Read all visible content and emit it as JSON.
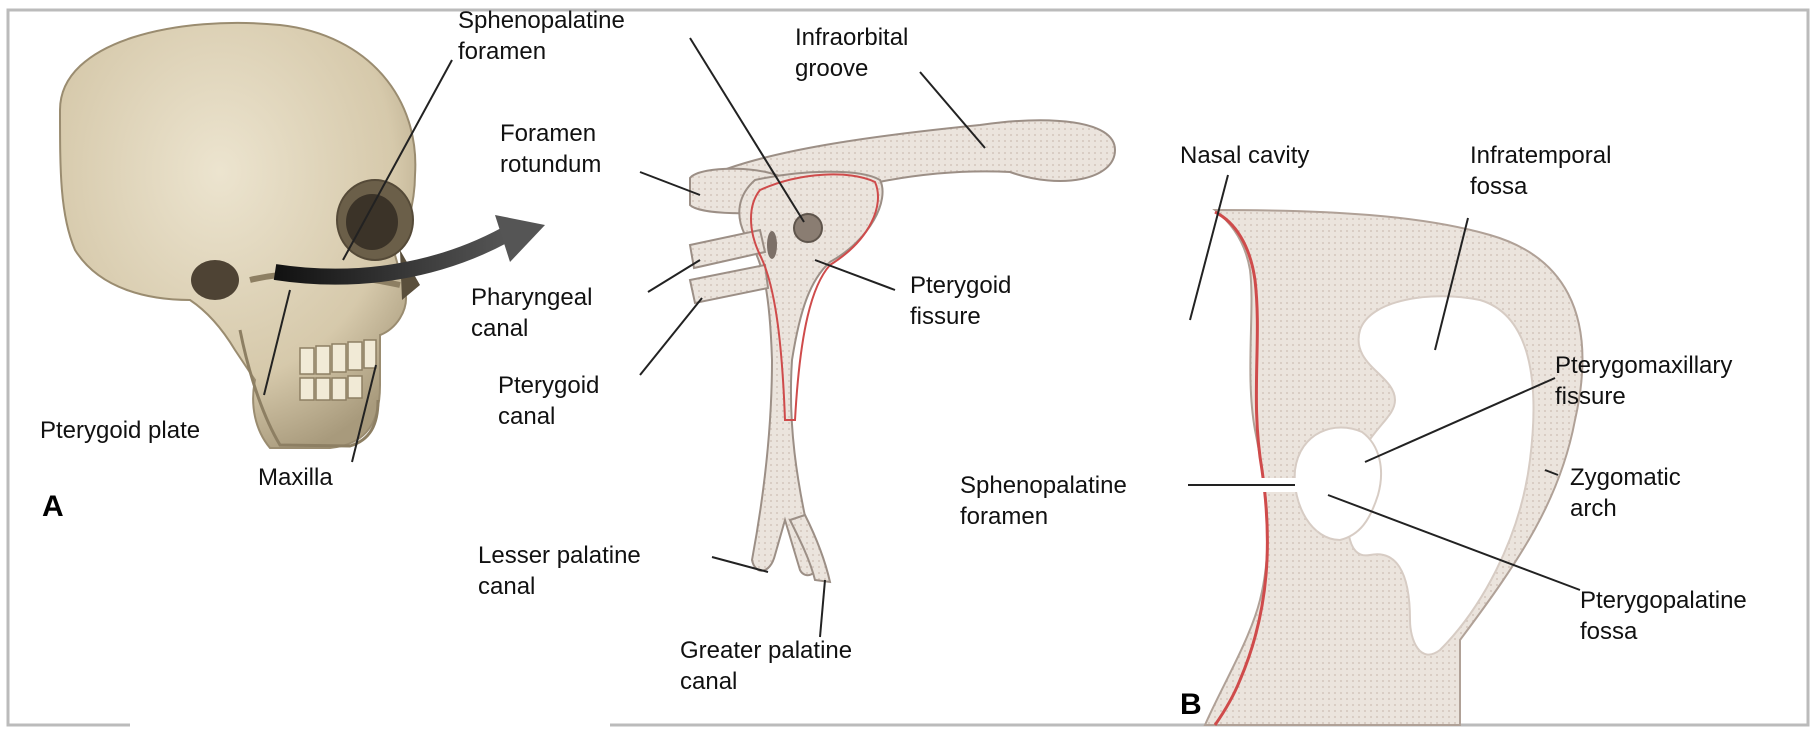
{
  "panel_a": {
    "letter": "A",
    "labels": {
      "sphenopalatine_foramen": "Sphenopalatine\nforamen",
      "infraorbital_groove": "Infraorbital\ngroove",
      "foramen_rotundum": "Foramen\nrotundum",
      "pharyngeal_canal": "Pharyngeal\ncanal",
      "pterygoid_fissure": "Pterygoid\nfissure",
      "pterygoid_canal": "Pterygoid\ncanal",
      "pterygoid_plate": "Pterygoid plate",
      "maxilla": "Maxilla",
      "lesser_palatine_canal": "Lesser palatine\ncanal",
      "greater_palatine_canal": "Greater palatine\ncanal"
    }
  },
  "panel_b": {
    "letter": "B",
    "labels": {
      "nasal_cavity": "Nasal cavity",
      "infratemporal_fossa": "Infratemporal\nfossa",
      "pterygomaxillary_fissure": "Pterygomaxillary\nfissure",
      "sphenopalatine_foramen": "Sphenopalatine\nforamen",
      "zygomatic_arch": "Zygomatic\narch",
      "pterygopalatine_fossa": "Pterygopalatine\nfossa"
    }
  },
  "colors": {
    "bone": "#e8e0d8",
    "bone_dots": "#d9cdc4",
    "outline_red": "#cf4b4b",
    "skull": "#d8ccb2"
  }
}
